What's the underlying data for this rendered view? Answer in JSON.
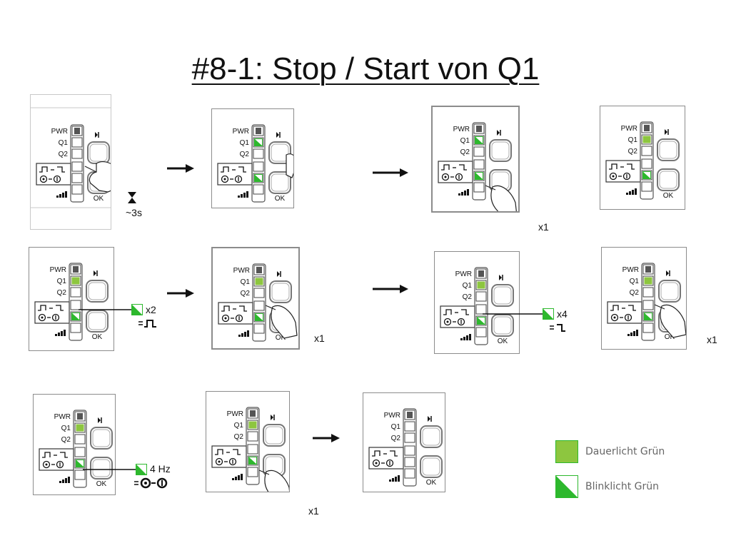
{
  "title": "#8-1: Stop / Start von Q1",
  "device_labels": {
    "pwr": "PWR",
    "q1": "Q1",
    "q2": "Q2",
    "ok": "OK"
  },
  "annotations": {
    "hold_time": "~3s",
    "press_x1": "x1",
    "blink_x2": "x2",
    "blink_x4": "x4",
    "freq": "4 Hz"
  },
  "legend": [
    {
      "label": "Dauerlicht Grün",
      "color": "#8dc63f",
      "kind": "solid"
    },
    {
      "label": "Blinklicht Grün",
      "color": "#2db82d",
      "kind": "blink"
    }
  ],
  "colors": {
    "green_solid": "#8dc63f",
    "green_blink": "#2db82d",
    "frame": "#8c8c8c"
  },
  "panels": [
    {
      "id": "r1p1",
      "q1": "off",
      "mode": "off",
      "hand": "hold"
    },
    {
      "id": "r1p2",
      "q1": "blink",
      "mode": "blink",
      "hand": "release"
    },
    {
      "id": "r1p3",
      "q1": "blink",
      "mode": "blink",
      "hand": "ok"
    },
    {
      "id": "r1p4",
      "q1": "solid",
      "mode": "blink",
      "hand": "none"
    },
    {
      "id": "r2p1",
      "q1": "solid",
      "mode": "blink",
      "hand": "none"
    },
    {
      "id": "r2p2",
      "q1": "solid",
      "mode": "blink",
      "hand": "top"
    },
    {
      "id": "r2p3",
      "q1": "solid",
      "mode": "blink",
      "hand": "none"
    },
    {
      "id": "r2p4",
      "q1": "solid",
      "mode": "blink",
      "hand": "top"
    },
    {
      "id": "r3p1",
      "q1": "solid",
      "mode": "blink",
      "hand": "none"
    },
    {
      "id": "r3p2",
      "q1": "solid",
      "mode": "blink",
      "hand": "ok"
    },
    {
      "id": "r3p3",
      "q1": "off",
      "mode": "off",
      "hand": "none"
    }
  ]
}
